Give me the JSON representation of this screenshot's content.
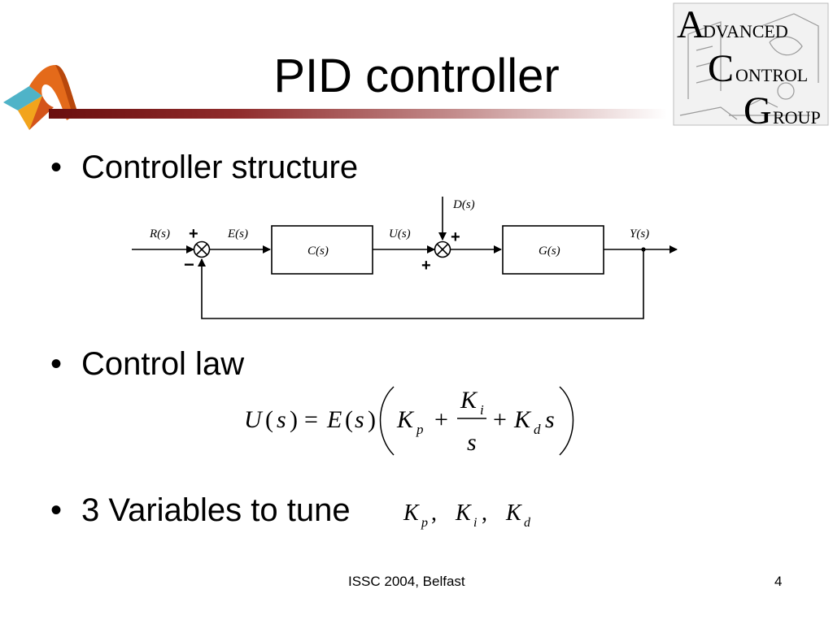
{
  "title": "PID controller",
  "bullets": [
    {
      "text": "Controller structure"
    },
    {
      "text": "Control law"
    },
    {
      "text": "3 Variables to tune"
    }
  ],
  "diagram": {
    "signals": {
      "reference": "R(s)",
      "error": "E(s)",
      "control": "U(s)",
      "disturbance": "D(s)",
      "output": "Y(s)"
    },
    "blocks": {
      "controller": "C(s)",
      "plant": "G(s)"
    },
    "signs": {
      "sum1_top": "+",
      "sum1_bottom": "−",
      "sum2_right": "+",
      "sum2_bottom": "+"
    }
  },
  "control_law": {
    "U": "U",
    "s": "s",
    "E": "E",
    "equals": "=",
    "plus": "+",
    "K": "K",
    "p": "p",
    "i": "i",
    "d": "d",
    "lparen": "(",
    "rparen": ")"
  },
  "tune_vars": {
    "K": "K",
    "p": "p",
    "i": "i",
    "d": "d",
    "comma": ","
  },
  "logo": {
    "line1_initial": "A",
    "line1_rest": "DVANCED",
    "line2_initial": "C",
    "line2_rest": "ONTROL",
    "line3_initial": "G",
    "line3_rest": "ROUP"
  },
  "footer": {
    "center": "ISSC 2004, Belfast",
    "page": "4"
  }
}
